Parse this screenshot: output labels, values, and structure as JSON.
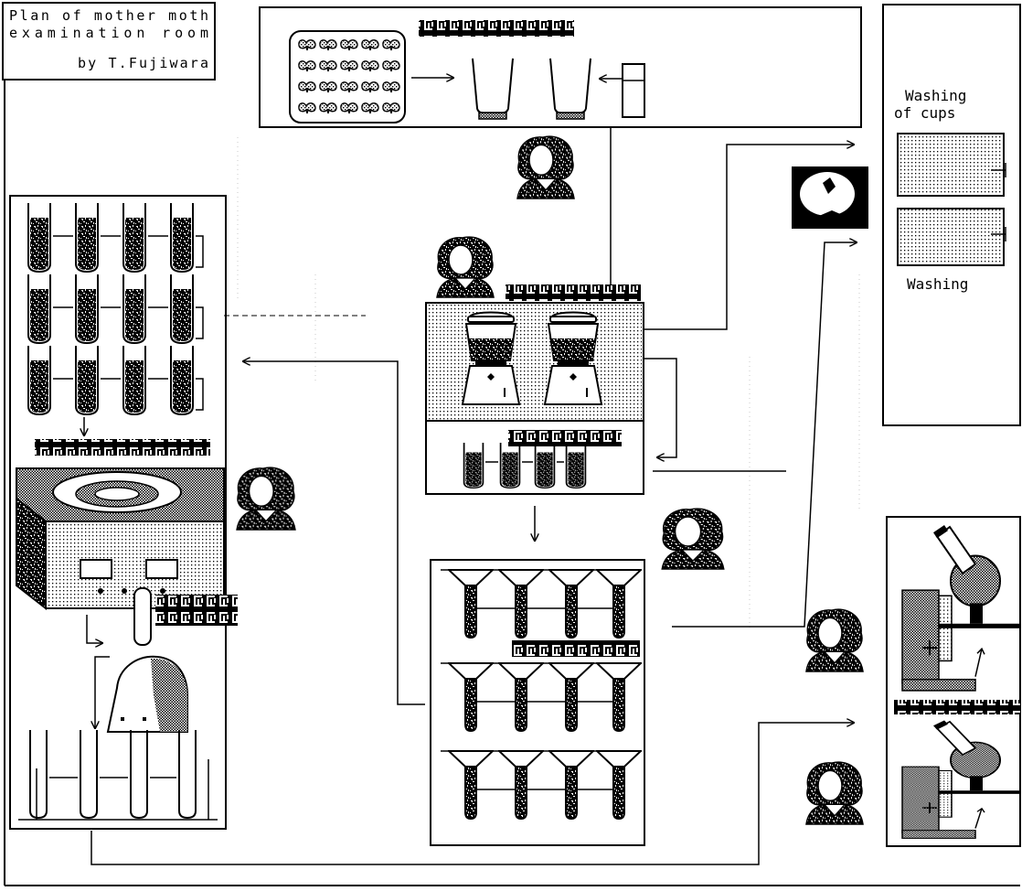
{
  "title": {
    "line1": "Plan of mother moth",
    "line2": "examination room",
    "author": "by T.Fujiwara"
  },
  "washing_area": {
    "heading_line1": "Washing",
    "heading_line2": "of cups",
    "lower_label": "Washing"
  },
  "colors": {
    "ink": "#000000",
    "paper": "#ffffff"
  }
}
